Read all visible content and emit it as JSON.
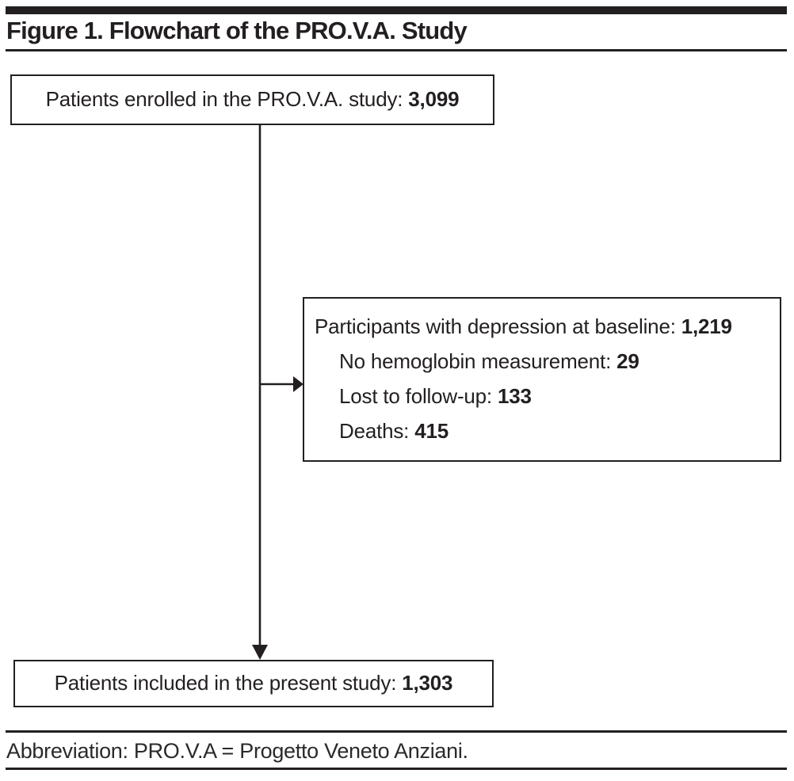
{
  "figure": {
    "title": "Figure 1. Flowchart of the PRO.V.A. Study",
    "footnote": "Abbreviation: PRO.V.A = Progetto Veneto Anziani."
  },
  "flowchart": {
    "enrolled": {
      "label": "Patients enrolled in the PRO.V.A. study:",
      "value": "3,099"
    },
    "excluded": {
      "title_label": "Participants with depression at baseline:",
      "title_value": "1,219",
      "item1_label": "No hemoglobin measurement:",
      "item1_value": "29",
      "item2_label": "Lost to follow-up:",
      "item2_value": "133",
      "item3_label": "Deaths:",
      "item3_value": "415"
    },
    "included": {
      "label": "Patients included in the present study:",
      "value": "1,303"
    }
  },
  "colors": {
    "ink": "#231f20",
    "paper": "#ffffff"
  }
}
